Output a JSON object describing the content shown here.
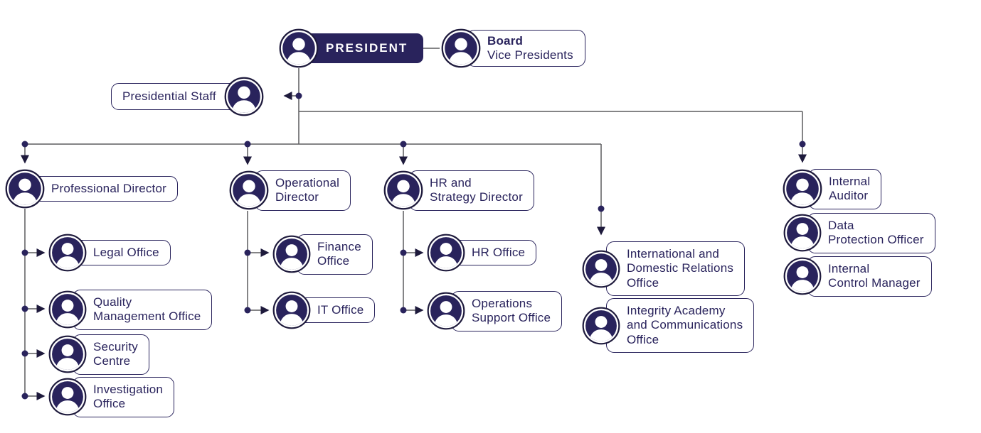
{
  "colors": {
    "navy": "#29235C",
    "connector_gray": "#5B5B5E",
    "background": "#FFFFFF",
    "president_text": "#FFFFFF"
  },
  "icons": {
    "person": "person-avatar-icon"
  },
  "nodes": {
    "president": {
      "label": "PRESIDENT"
    },
    "board": {
      "title": "Board",
      "subtitle": "Vice Presidents"
    },
    "presidential_staff": {
      "label": "Presidential Staff"
    },
    "professional_director": {
      "label": "Professional Director"
    },
    "operational_director": {
      "label": "Operational\nDirector"
    },
    "hr_strategy_director": {
      "label": "HR and\nStrategy Director"
    },
    "internal_auditor": {
      "label": "Internal\nAuditor"
    },
    "legal_office": {
      "label": "Legal Office"
    },
    "quality_management_office": {
      "label": "Quality\nManagement Office"
    },
    "security_centre": {
      "label": "Security\nCentre"
    },
    "investigation_office": {
      "label": "Investigation\nOffice"
    },
    "finance_office": {
      "label": "Finance\nOffice"
    },
    "it_office": {
      "label": "IT Office"
    },
    "hr_office": {
      "label": "HR Office"
    },
    "operations_support_office": {
      "label": "Operations\nSupport Office"
    },
    "international_domestic_relations_office": {
      "label": "International and\nDomestic Relations\nOffice"
    },
    "integrity_academy_communications_office": {
      "label": "Integrity Academy\nand Communications\nOffice"
    },
    "data_protection_officer": {
      "label": "Data\nProtection Officer"
    },
    "internal_control_manager": {
      "label": "Internal\nControl Manager"
    }
  }
}
